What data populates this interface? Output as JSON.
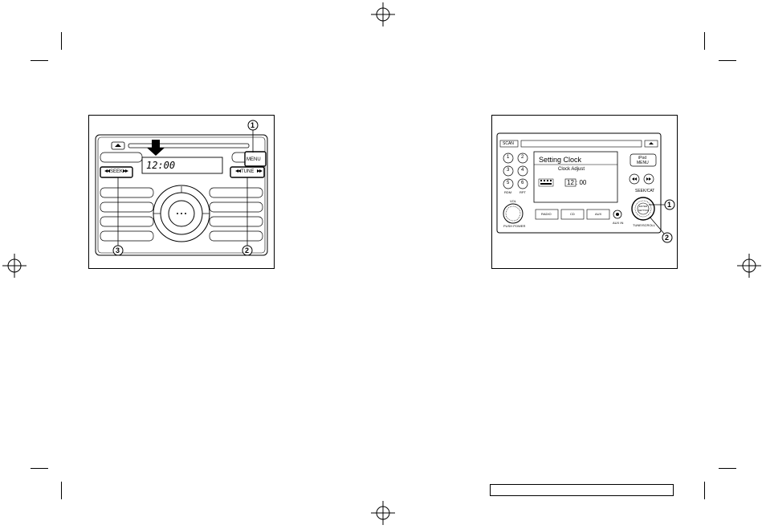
{
  "left_figure": {
    "display_time": "12:00",
    "menu_label": "MENU",
    "seek_label": "SEEK",
    "tune_label": "TUNE",
    "callouts": [
      "1",
      "2",
      "3"
    ]
  },
  "right_figure": {
    "scan_label": "SCAN",
    "screen_title": "Setting Clock",
    "screen_subtitle": "Clock Adjust",
    "clock_hour": "12",
    "clock_minutes": ": 00",
    "preset_buttons": [
      "1",
      "2",
      "3",
      "4",
      "5",
      "6"
    ],
    "ipod_menu_label_1": "iPod",
    "ipod_menu_label_2": "MENU",
    "vol_label": "VOL",
    "push_power_label": "PUSH POWER",
    "rdm_label": "RDM",
    "rpt_label": "RPT",
    "radio_button": "RADIO",
    "cd_button": "CD",
    "aux_button": "AUX",
    "aux_in_label": "AUX IN",
    "seek_cat_label": "SEEK/CAT",
    "tune_scroll_label": "TUNE/SCROLL",
    "knob_label_1": "ENTER",
    "knob_label_2": "SETTING",
    "callouts": [
      "1",
      "2"
    ]
  }
}
